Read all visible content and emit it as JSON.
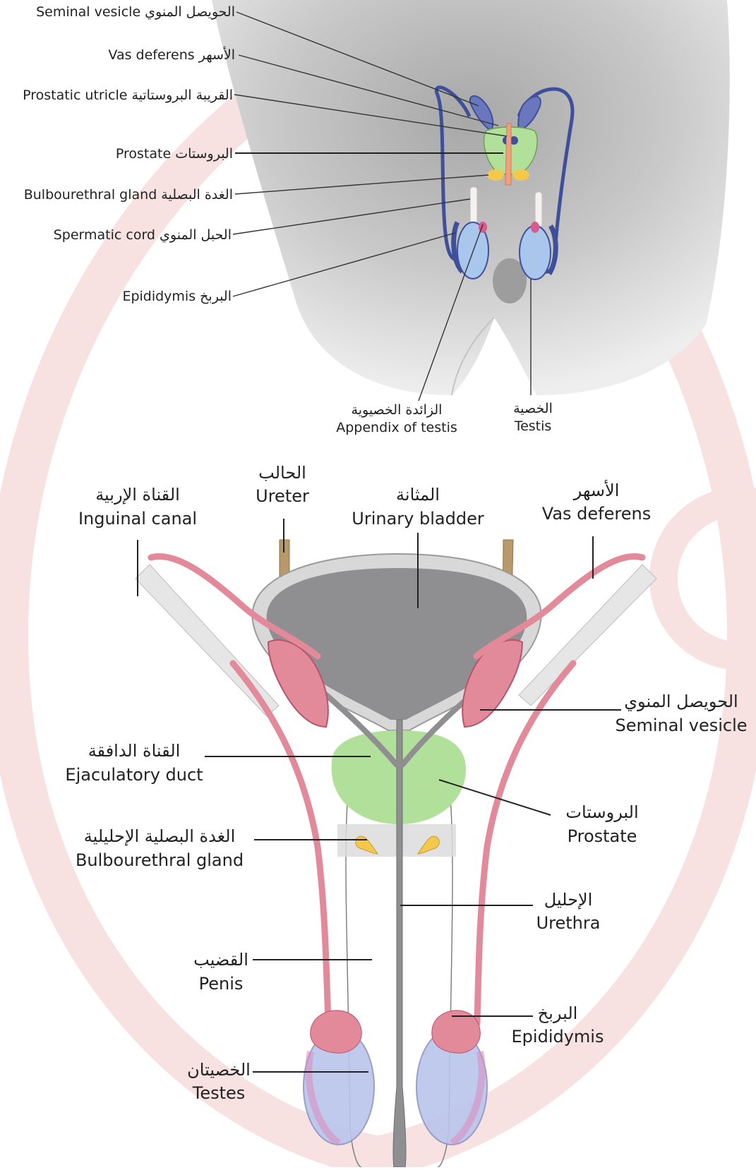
{
  "figure_top": {
    "labels": {
      "seminal_vesicle": "Seminal vesicle الحويصل المنوي",
      "vas_deferens": "Vas deferens الأسهر",
      "prostatic_utricle": "Prostatic utricle القريبة البروستاتية",
      "prostate": "Prostate البروستات",
      "bulbourethral_gland": "Bulbourethral gland الغدة البصلية",
      "spermatic_cord": "Spermatic cord الحبل المنوي",
      "epididymis": "Epididymis البربخ",
      "appendix_ar": "الزائدة الخصيوية",
      "appendix_en": "Appendix of testis",
      "testis_ar": "الخصية",
      "testis_en": "Testis"
    }
  },
  "figure_bottom": {
    "labels": {
      "inguinal_ar": "القناة الإربية",
      "inguinal_en": "Inguinal canal",
      "ureter_ar": "الحالب",
      "ureter_en": "Ureter",
      "bladder_ar": "المثانة",
      "bladder_en": "Urinary bladder",
      "vas_ar": "الأسهر",
      "vas_en": "Vas deferens",
      "seminal_ar": "الحويصل المنوي",
      "seminal_en": "Seminal vesicle",
      "ejac_ar": "القناة الدافقة",
      "ejac_en": "Ejaculatory duct",
      "prostate_ar": "البروستات",
      "prostate_en": "Prostate",
      "bulbo_ar": "الغدة البصلية الإحليلية",
      "bulbo_en": "Bulbourethral gland",
      "urethra_ar": "الإحليل",
      "urethra_en": "Urethra",
      "penis_ar": "القضيب",
      "penis_en": "Penis",
      "epid_ar": "البربخ",
      "epid_en": "Epididymis",
      "testes_ar": "الخصيتان",
      "testes_en": "Testes"
    }
  },
  "colors": {
    "vas_blue": "#3f4f9a",
    "testis_blue": "#a9c6ec",
    "prostate_green": "#b1e09a",
    "gland_yellow": "#f2c94c",
    "urethra_orange": "#f2a07a",
    "vas_pink": "#e38a9a",
    "bladder_grey": "#8f8e90",
    "ureter_tan": "#b8996a",
    "watermark_red": "#f6d4d4"
  }
}
